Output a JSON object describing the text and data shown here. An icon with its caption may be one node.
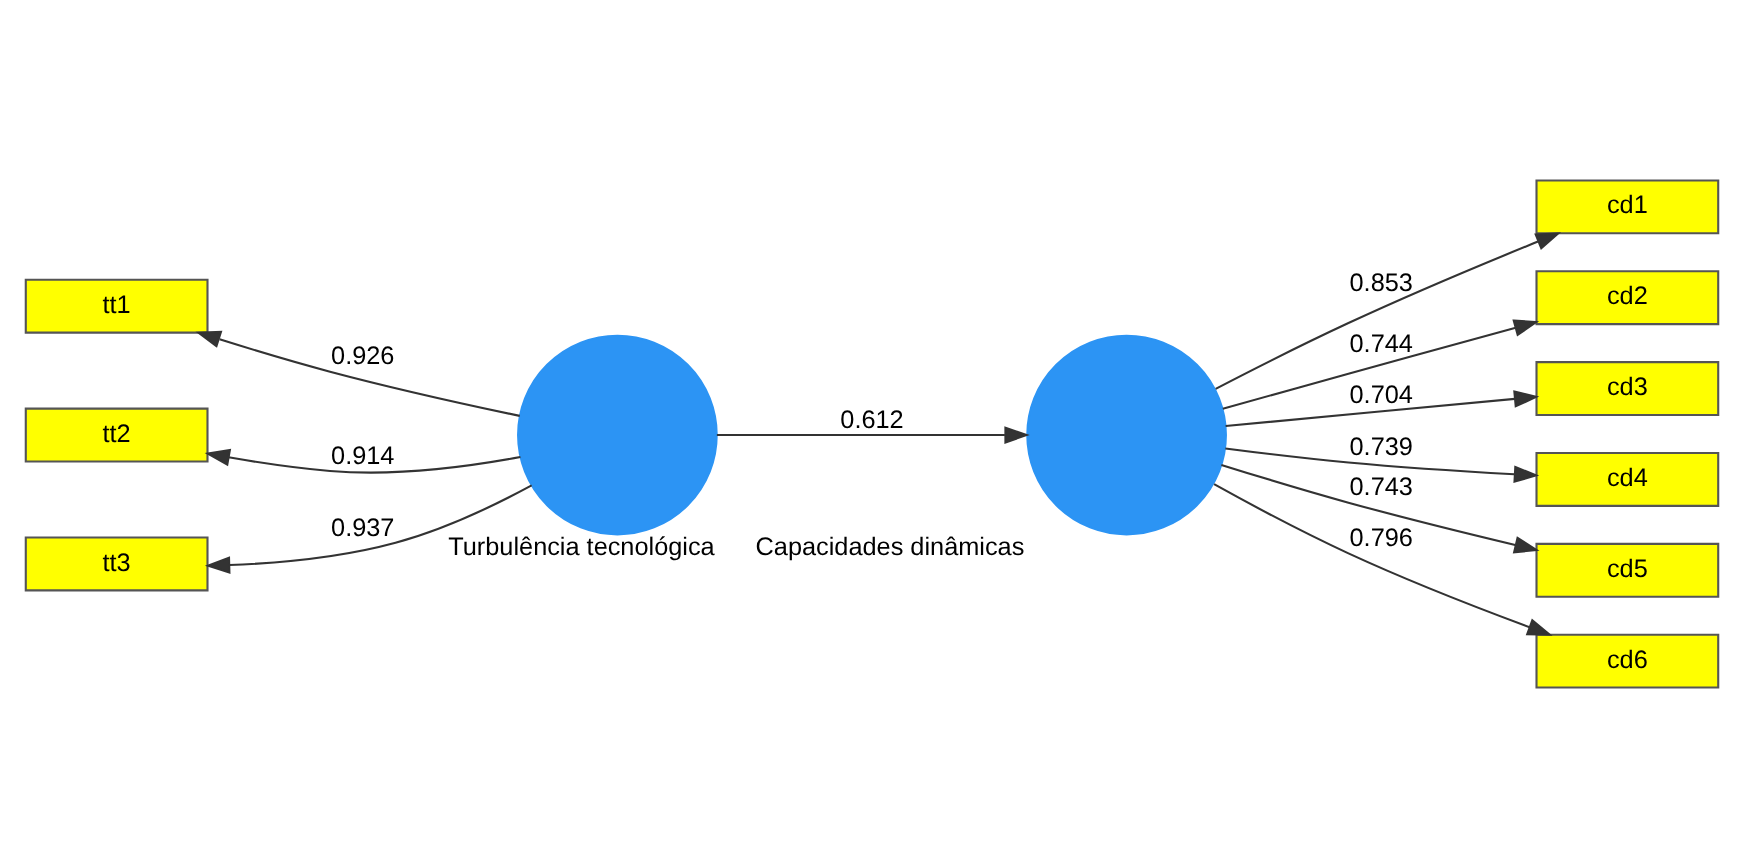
{
  "diagram": {
    "nodes": [
      {
        "text": [
          "tt1"
        ]
      },
      {
        "text": [
          "tt2"
        ]
      },
      {
        "text": [
          "tt3"
        ]
      },
      {
        "text": [
          "Turbulência tecnológica"
        ]
      },
      {
        "text": [
          "Capacidades dinâmicas"
        ]
      },
      {
        "text": [
          "cd1"
        ]
      },
      {
        "text": [
          "cd2"
        ]
      },
      {
        "text": [
          "cd3"
        ]
      },
      {
        "text": [
          "cd4"
        ]
      },
      {
        "text": [
          "cd5"
        ]
      },
      {
        "text": [
          "cd6"
        ]
      }
    ],
    "edges": [
      {
        "from": 3,
        "to": 0,
        "arrow": "to",
        "label": "0.926"
      },
      {
        "from": 3,
        "to": 1,
        "arrow": "to",
        "label": "0.914"
      },
      {
        "from": 3,
        "to": 2,
        "arrow": "to",
        "label": "0.937"
      },
      {
        "from": 3,
        "to": 4,
        "arrow": "to",
        "label": "0.612"
      },
      {
        "from": 4,
        "to": 5,
        "arrow": "to",
        "label": "0.853"
      },
      {
        "from": 4,
        "to": 6,
        "arrow": "to",
        "label": "0.744"
      },
      {
        "from": 4,
        "to": 7,
        "arrow": "to",
        "label": "0.704"
      },
      {
        "from": 4,
        "to": 8,
        "arrow": "to",
        "label": "0.739"
      },
      {
        "from": 4,
        "to": 9,
        "arrow": "to",
        "label": "0.743"
      },
      {
        "from": 4,
        "to": 10,
        "arrow": "to",
        "label": "0.796"
      }
    ]
  }
}
